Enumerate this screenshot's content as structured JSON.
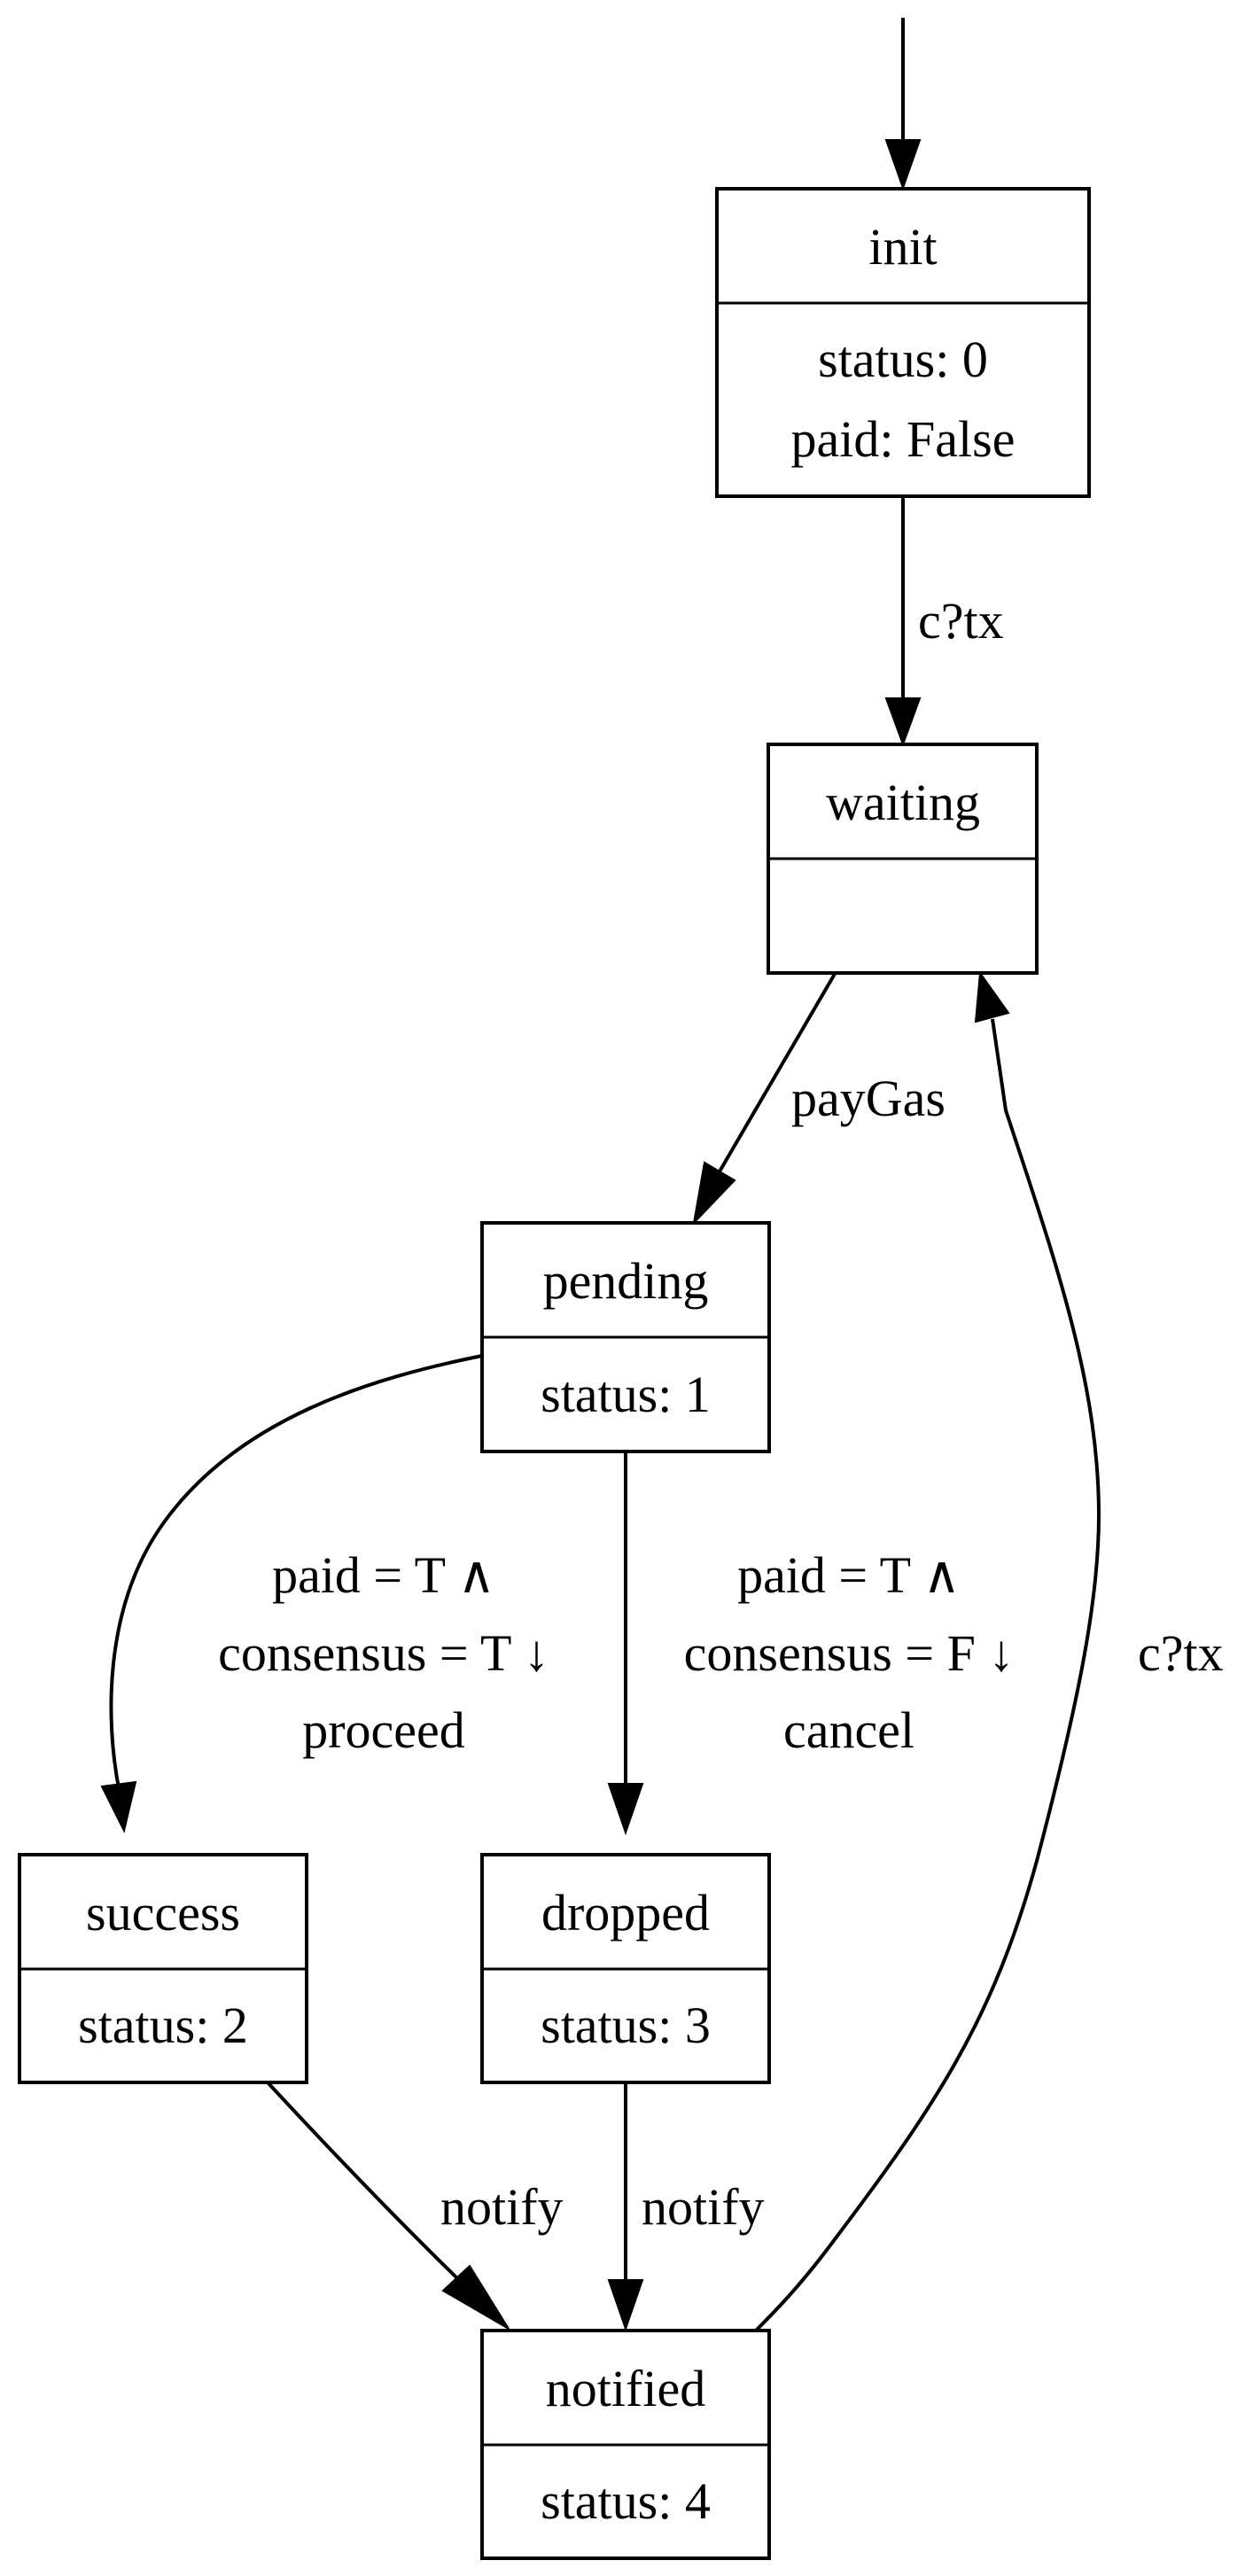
{
  "nodes": {
    "init": {
      "title": "init",
      "attrs": [
        "status: 0",
        "paid: False"
      ]
    },
    "waiting": {
      "title": "waiting",
      "attrs": []
    },
    "pending": {
      "title": "pending",
      "attrs": [
        "status: 1"
      ]
    },
    "success": {
      "title": "success",
      "attrs": [
        "status: 2"
      ]
    },
    "dropped": {
      "title": "dropped",
      "attrs": [
        "status: 3"
      ]
    },
    "notified": {
      "title": "notified",
      "attrs": [
        "status: 4"
      ]
    }
  },
  "edges": {
    "start_init": {
      "from": "",
      "to": "init",
      "label": []
    },
    "init_waiting": {
      "from": "init",
      "to": "waiting",
      "label": [
        "c?tx"
      ]
    },
    "waiting_pending": {
      "from": "waiting",
      "to": "pending",
      "label": [
        "payGas"
      ]
    },
    "pending_success": {
      "from": "pending",
      "to": "success",
      "label": [
        "paid = T ∧",
        "consensus = T ↓",
        "proceed"
      ]
    },
    "pending_dropped": {
      "from": "pending",
      "to": "dropped",
      "label": [
        "paid = T ∧",
        "consensus = F ↓",
        "cancel"
      ]
    },
    "success_notified": {
      "from": "success",
      "to": "notified",
      "label": [
        "notify"
      ]
    },
    "dropped_notified": {
      "from": "dropped",
      "to": "notified",
      "label": [
        "notify"
      ]
    },
    "notified_waiting": {
      "from": "notified",
      "to": "waiting",
      "label": [
        "c?tx"
      ]
    }
  }
}
